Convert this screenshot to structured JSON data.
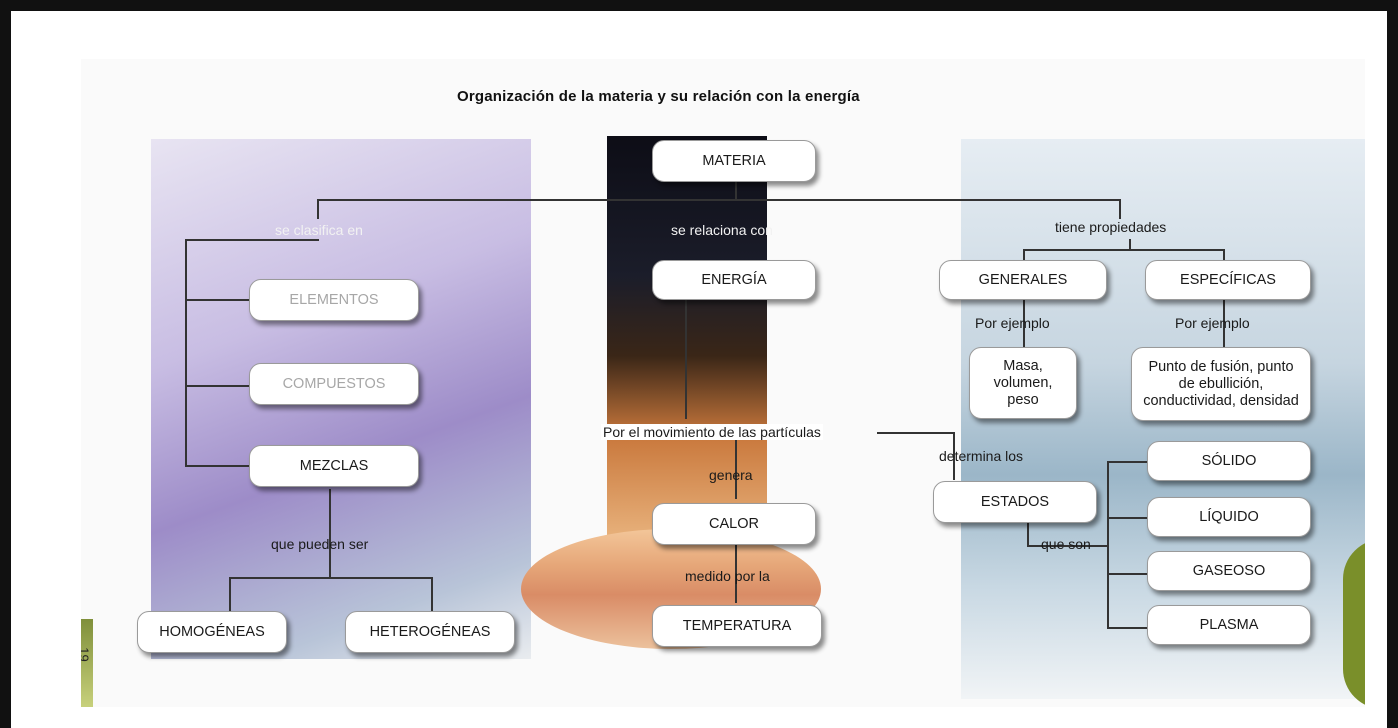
{
  "title": "Organización de la materia y su relación con la energía",
  "page_number": "19",
  "nodes": {
    "materia": "MATERIA",
    "energia": "ENERGÍA",
    "elementos": "ELEMENTOS",
    "compuestos": "COMPUESTOS",
    "mezclas": "MEZCLAS",
    "homogeneas": "HOMOGÉNEAS",
    "heterogeneas": "HETEROGÉNEAS",
    "calor": "CALOR",
    "temperatura": "TEMPERATURA",
    "generales": "GENERALES",
    "especificas": "ESPECÍFICAS",
    "generales_ej": "Masa, volumen, peso",
    "especificas_ej": "Punto de fusión, punto de ebullición, conductividad, densidad",
    "estados": "ESTADOS",
    "solido": "SÓLIDO",
    "liquido": "LÍQUIDO",
    "gaseoso": "GASEOSO",
    "plasma": "PLASMA"
  },
  "links": {
    "se_clasifica": "se clasifica en",
    "se_relaciona": "se relaciona con",
    "tiene_propiedades": "tiene propiedades",
    "por_ejemplo_1": "Por ejemplo",
    "por_ejemplo_2": "Por ejemplo",
    "que_pueden_ser": "que pueden ser",
    "movimiento": "Por el movimiento de las partículas",
    "genera": "genera",
    "medido_por": "medido por la",
    "determina": "determina los",
    "que_son": "que son"
  }
}
